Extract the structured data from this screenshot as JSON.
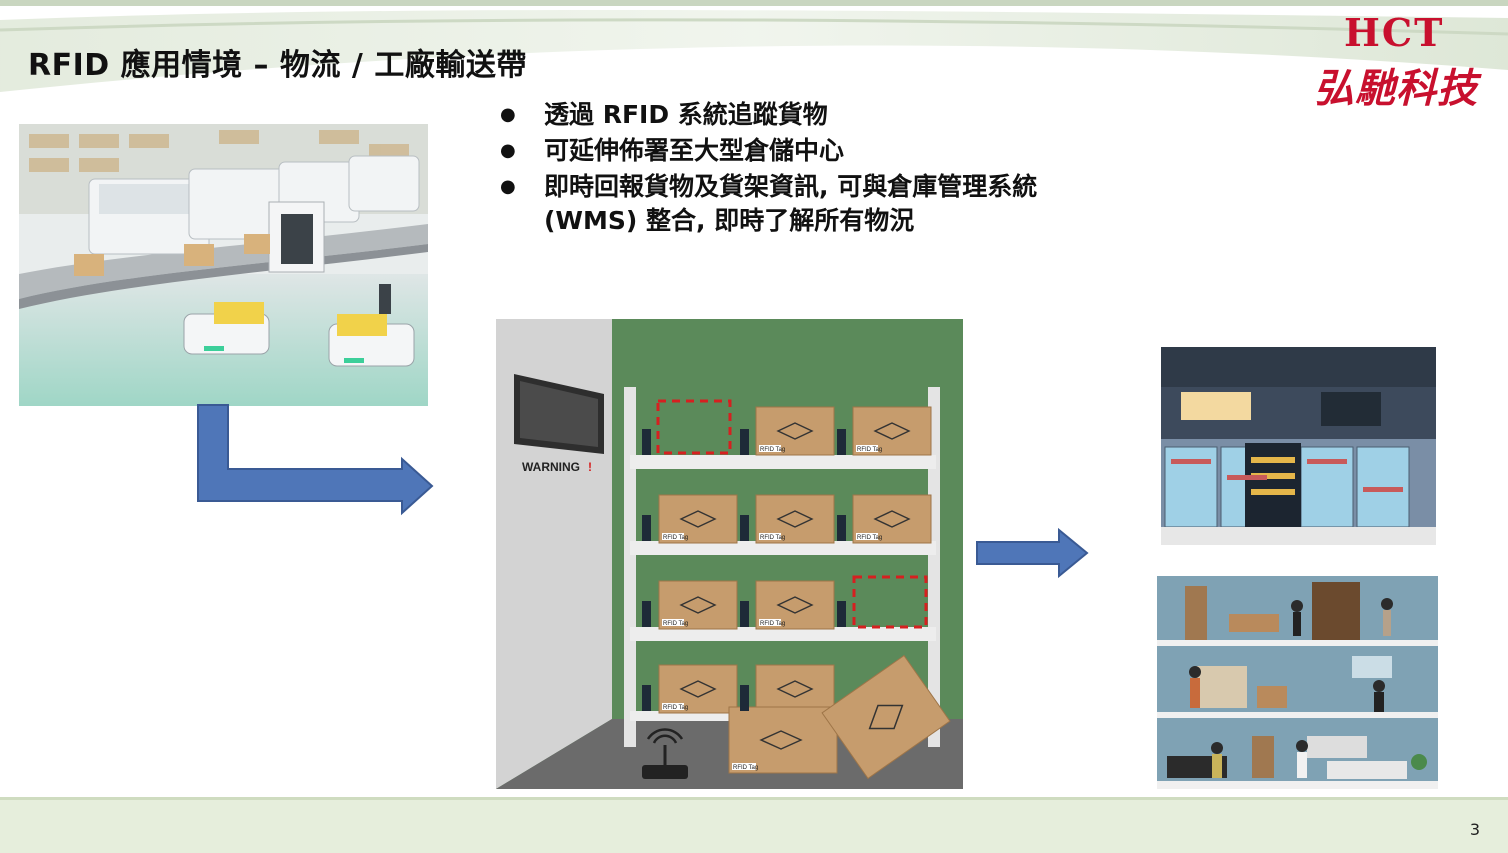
{
  "slide": {
    "title": "RFID 應用情境 – 物流 / 工廠輸送帶",
    "page_number": "3"
  },
  "logo": {
    "name_en": "HCT",
    "name_zh": "弘馳科技",
    "color": "#c8102e"
  },
  "bullets": [
    {
      "text": "透過 RFID 系統追蹤貨物"
    },
    {
      "text": "可延伸佈署至大型倉儲中心"
    },
    {
      "text": "即時回報貨物及貨架資訊, 可與倉庫管理系統 (WMS) 整合, 即時了解所有物況"
    }
  ],
  "warehouse": {
    "warning_label": "WARNING",
    "warning_mark": "!",
    "tag_label": "RFID Tag"
  },
  "colors": {
    "arrow_fill": "#4f76b8",
    "arrow_stroke": "#3a5a94",
    "wall_green": "#5b8a5a",
    "box_brown": "#c69c6d",
    "footer_bg": "#e6eedc"
  }
}
